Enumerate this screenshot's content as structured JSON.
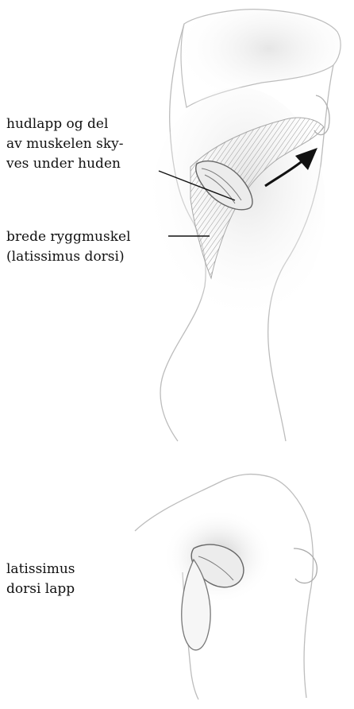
{
  "figure_top": {
    "label_flap": [
      "hudlapp og del",
      "av muskelen sky-",
      "ves under huden"
    ],
    "label_muscle": [
      "brede ryggmuskel",
      "(latissimus dorsi)"
    ]
  },
  "figure_bottom": {
    "label_flap": [
      "latissimus",
      "dorsi lapp"
    ]
  },
  "colors": {
    "ink": "#111111",
    "skin_shade": "#cfcfcf",
    "muscle": "#9a9a9a"
  }
}
